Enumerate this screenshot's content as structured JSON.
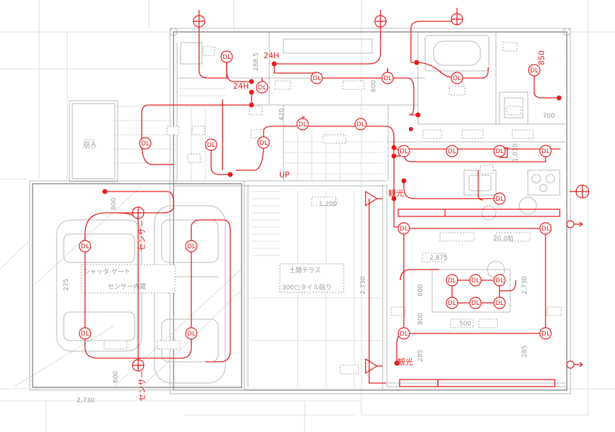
{
  "drawing": {
    "downlight_label": "DL",
    "outlet_label": "24H",
    "outlet_label_2": "24H",
    "sensor_label": "センサー",
    "sensor_label_2": "センサー",
    "accent_color": "#e31d1d",
    "line_color": "#b9b9b9"
  },
  "rooms": {
    "garage_label": "シャッタ-ゲート",
    "garage_sub": "センサー内蔵",
    "terrace_label": "土間テラス",
    "terrace_sub": "300□タイル貼り",
    "entry_label": "収入",
    "living_area": "20.0帖"
  },
  "dimensions": {
    "d2730_bottom": "2,730",
    "d2730_terrace": "2,730",
    "d2730_right": "2,730",
    "d1200": "1,200",
    "d1010": "1,010",
    "d600_a": "600",
    "d600_b": "600",
    "d600_c": "600",
    "d800_a": "800",
    "d800_b": "800",
    "d850": "850",
    "d700": "700",
    "d500": "500",
    "d285_a": "285",
    "d285_b": "285",
    "d2875": "2,875",
    "d2885": "288.5",
    "d420": "420",
    "d275": "275"
  },
  "annotations": {
    "up_label": "UP",
    "kanko_1": "観光",
    "kanko_2": "観光"
  }
}
